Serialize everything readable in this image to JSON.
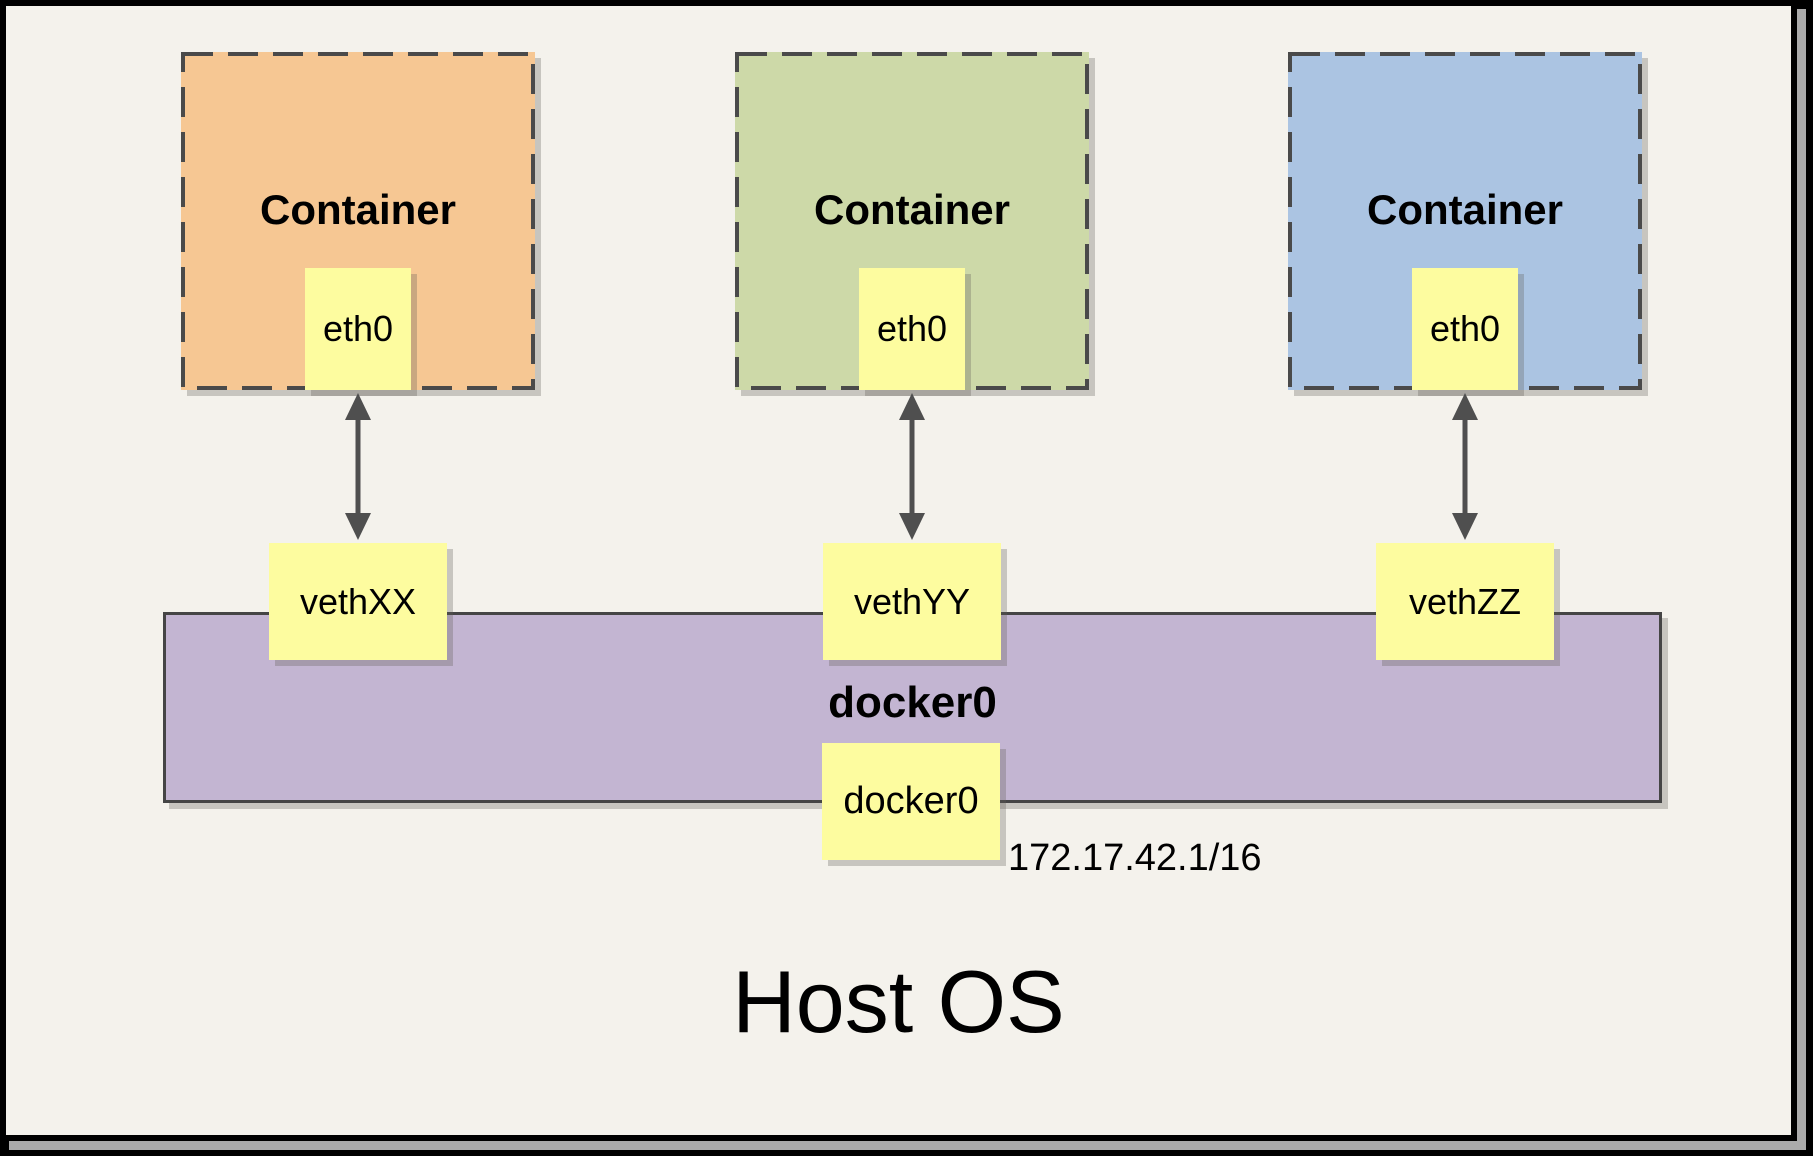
{
  "colors": {
    "page_background": "#F4F2EC",
    "frame_border": "#000000",
    "card_shadow": "#ABABAB",
    "note_yellow": "#FDFC9F",
    "dashed_border": "#4A4A4A",
    "arrow": "#4F4F4F",
    "bar_border": "#454545",
    "text": "#000000"
  },
  "host": {
    "title": "Host OS"
  },
  "containers": [
    {
      "label": "Container",
      "interface_label": "eth0",
      "veth_label": "vethXX",
      "fill": "#F6C793"
    },
    {
      "label": "Container",
      "interface_label": "eth0",
      "veth_label": "vethYY",
      "fill": "#CDD9A8"
    },
    {
      "label": "Container",
      "interface_label": "eth0",
      "veth_label": "vethZZ",
      "fill": "#ABC4E2"
    }
  ],
  "bridge": {
    "label": "docker0",
    "interface_label": "docker0",
    "ip_cidr": "172.17.42.1/16",
    "fill": "#C3B5D2"
  }
}
